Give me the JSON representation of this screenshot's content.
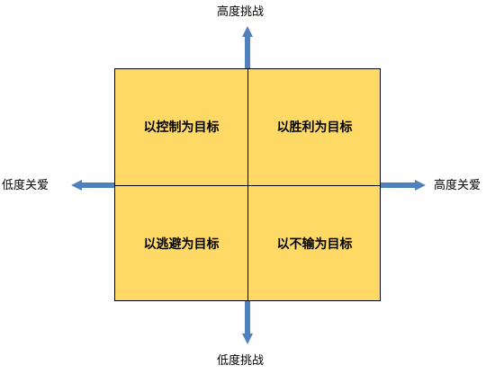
{
  "axes": {
    "top": "高度挑战",
    "bottom": "低度挑战",
    "left": "低度关爱",
    "right": "高度关爱"
  },
  "quadrants": {
    "top_left": "以控制为目标",
    "top_right": "以胜利为目标",
    "bottom_left": "以逃避为目标",
    "bottom_right": "以不输为目标"
  },
  "colors": {
    "quadrant_fill": "#ffd966",
    "arrow": "#4f81bd",
    "border": "#000000"
  }
}
